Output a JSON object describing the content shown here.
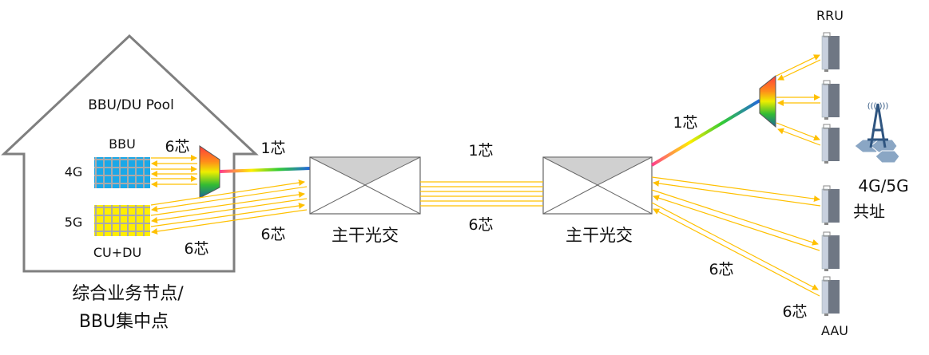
{
  "house": {
    "pool_label": "BBU/DU Pool",
    "caption_line1": "综合业务节点/",
    "caption_line2": "BBU集中点"
  },
  "bbu": {
    "title": "BBU",
    "row_label": "4G",
    "color": "#1aa8e8"
  },
  "cudu": {
    "title": "CU+DU",
    "row_label": "5G",
    "color": "#ffee00"
  },
  "fiber_labels": {
    "bbu_to_mux": "6芯",
    "mux_to_switch": "1芯",
    "cudu_to_switch_top": "6芯",
    "cudu_to_switch_bottom": "6芯",
    "trunk_single": "1芯",
    "trunk_multi": "6芯",
    "switch_to_rru_mux": "1芯",
    "switch_to_aau": "6芯",
    "aau_bottom": "6芯"
  },
  "switches": [
    {
      "label": "主干光交"
    },
    {
      "label": "主干光交"
    }
  ],
  "site": {
    "rru_label": "RRU",
    "aau_label": "AAU",
    "colocated_line1": "4G/5G",
    "colocated_line2": "共址"
  },
  "colors": {
    "arrow": "#ffc000",
    "house_outline": "#7f7f7f",
    "tower": "#2f5580"
  }
}
